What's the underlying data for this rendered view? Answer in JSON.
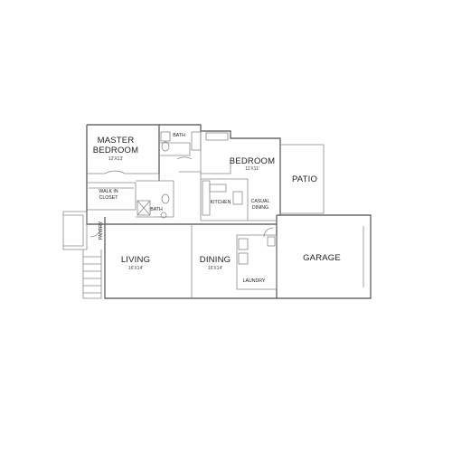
{
  "rooms": {
    "master_bedroom": {
      "line1": "MASTER",
      "line2": "BEDROOM",
      "dim": "12'X13'"
    },
    "bath_top": {
      "label": "BATH"
    },
    "bedroom": {
      "label": "BEDROOM",
      "dim": "11'X11'"
    },
    "patio": {
      "label": "PATIO"
    },
    "walk_in_closet": {
      "line1": "WALK IN",
      "line2": "CLOSET"
    },
    "bath_lower": {
      "label": "BATH"
    },
    "kitchen": {
      "label": "KITCHEN"
    },
    "casual_dining": {
      "line1": "CASUAL",
      "line2": "DINING"
    },
    "pantry": {
      "label": "PANTRY"
    },
    "living": {
      "label": "LIVING",
      "dim": "16'X14'"
    },
    "dining": {
      "label": "DINING",
      "dim": "16'X14'"
    },
    "garage": {
      "label": "GARAGE"
    },
    "laundry": {
      "label": "LAUNDRY"
    }
  }
}
